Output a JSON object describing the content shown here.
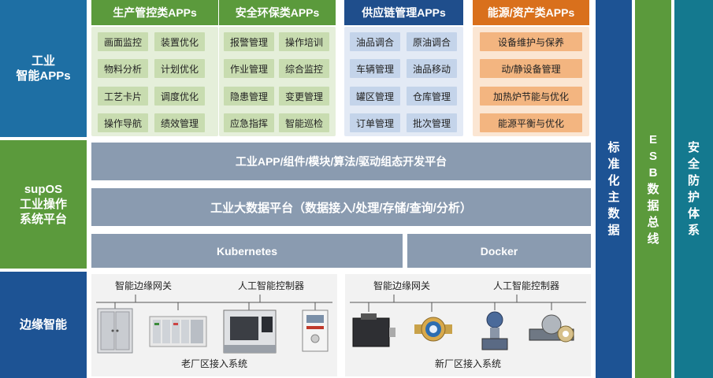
{
  "left_labels": {
    "apps": "工业\n智能APPs",
    "supos": "supOS\n工业操作\n系统平台",
    "edge": "边缘智能"
  },
  "categories": [
    {
      "title": "生产管控类APPs",
      "items": [
        "画面监控",
        "装置优化",
        "物料分析",
        "计划优化",
        "工艺卡片",
        "调度优化",
        "操作导航",
        "绩效管理"
      ]
    },
    {
      "title": "安全环保类APPs",
      "items": [
        "报警管理",
        "操作培训",
        "作业管理",
        "综合监控",
        "隐患管理",
        "变更管理",
        "应急指挥",
        "智能巡检"
      ]
    },
    {
      "title": "供应链管理APPs",
      "items": [
        "油品调合",
        "原油调合",
        "车辆管理",
        "油品移动",
        "罐区管理",
        "仓库管理",
        "订单管理",
        "批次管理"
      ]
    },
    {
      "title": "能源/资产类APPs",
      "items": [
        "设备维护与保养",
        "动/静设备管理",
        "加热炉节能与优化",
        "能源平衡与优化"
      ]
    }
  ],
  "platform": {
    "dev": "工业APP/组件/模块/算法/驱动组态开发平台",
    "bigdata": "工业大数据平台（数据接入/处理/存储/查询/分析）",
    "kubernetes": "Kubernetes",
    "docker": "Docker"
  },
  "right_columns": {
    "mdm": "标准化主数据",
    "esb": "ESB数据总线",
    "security": "安全防护体系"
  },
  "edge": {
    "old": {
      "gateway": "智能边缘网关",
      "controller": "人工智能控制器",
      "footer": "老厂区接入系统"
    },
    "new": {
      "gateway": "智能边缘网关",
      "controller": "人工智能控制器",
      "footer": "新厂区接入系统"
    }
  },
  "colors": {
    "navy": "#1d5394",
    "green": "#5b9a3c",
    "blue": "#1f4e8c",
    "orange": "#d9701c",
    "platform": "#8a9bb0",
    "teal": "#14798f"
  }
}
